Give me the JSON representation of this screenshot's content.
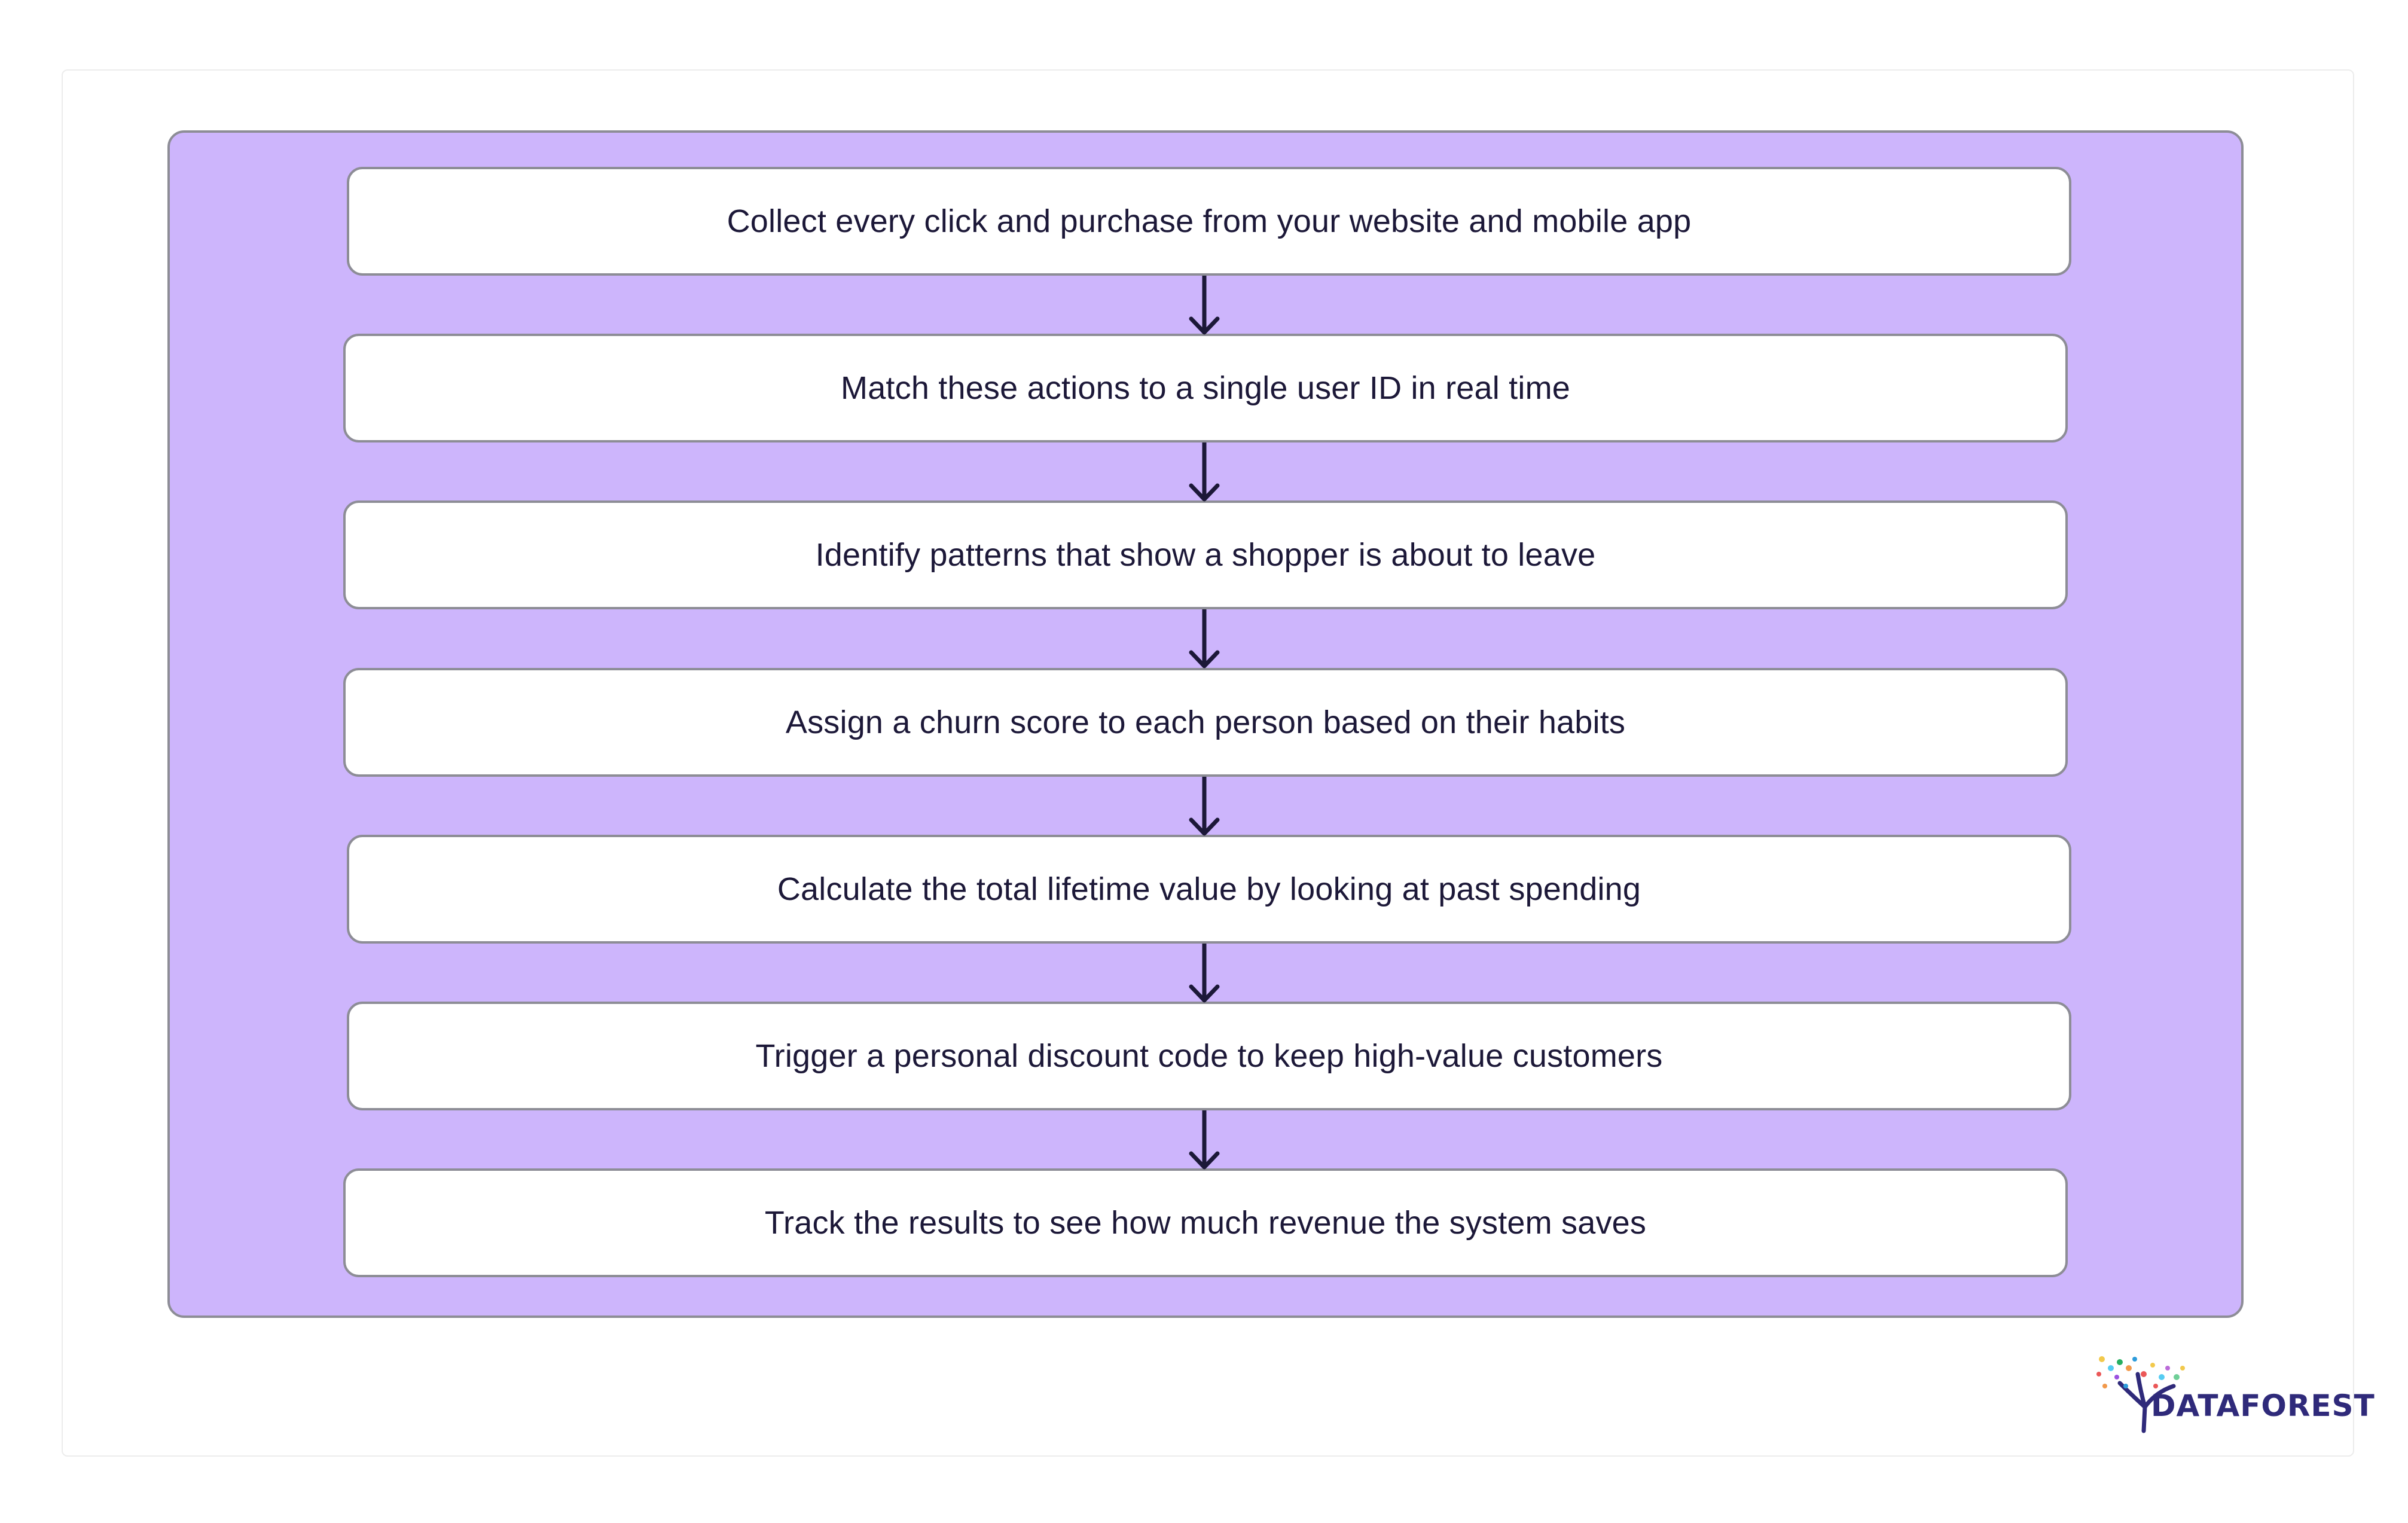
{
  "steps": [
    {
      "label": "Collect every click and purchase from your website and mobile app"
    },
    {
      "label": "Match these actions to a single user ID in real time"
    },
    {
      "label": "Identify patterns that show a shopper is about to leave"
    },
    {
      "label": "Assign a churn score to each person based on their habits"
    },
    {
      "label": "Calculate the total lifetime value by looking at past spending"
    },
    {
      "label": "Trigger a personal discount code to keep high-value customers"
    },
    {
      "label": "Track the results to see how much revenue the system saves"
    }
  ],
  "logo": {
    "text": "DATAFOREST"
  },
  "colors": {
    "panel": "#cdb5fc",
    "box_border": "#8d8d96",
    "text": "#1c1838",
    "arrow": "#1c1838",
    "logo_text": "#2f2a7a"
  }
}
